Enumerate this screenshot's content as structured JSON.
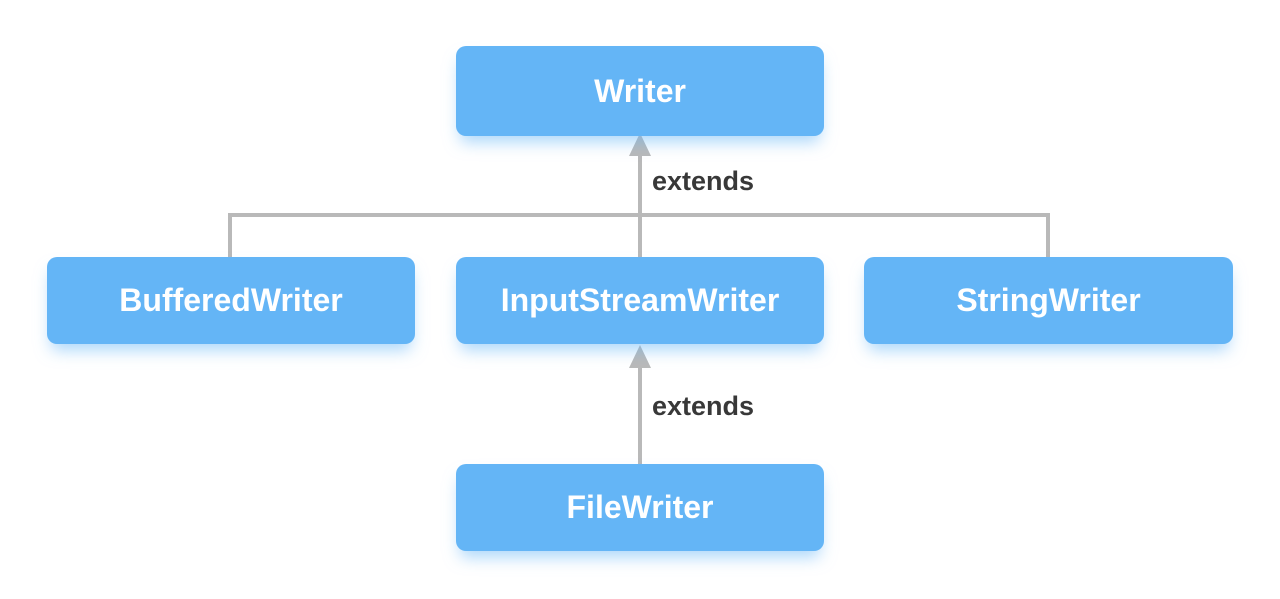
{
  "diagram": {
    "type": "class-inheritance-hierarchy",
    "nodes": [
      {
        "id": "writer",
        "label": "Writer"
      },
      {
        "id": "bufferedwriter",
        "label": "BufferedWriter"
      },
      {
        "id": "inputstreamwriter",
        "label": "InputStreamWriter"
      },
      {
        "id": "stringwriter",
        "label": "StringWriter"
      },
      {
        "id": "filewriter",
        "label": "FileWriter"
      }
    ],
    "edges": [
      {
        "from": [
          "BufferedWriter",
          "InputStreamWriter",
          "StringWriter"
        ],
        "to": "Writer",
        "label": "extends"
      },
      {
        "from": [
          "FileWriter"
        ],
        "to": "InputStreamWriter",
        "label": "extends"
      }
    ],
    "colors": {
      "node_fill": "#64b5f6",
      "node_text": "#ffffff",
      "connector": "#b9b9b9",
      "label_text": "#383838",
      "background": "#ffffff"
    }
  }
}
